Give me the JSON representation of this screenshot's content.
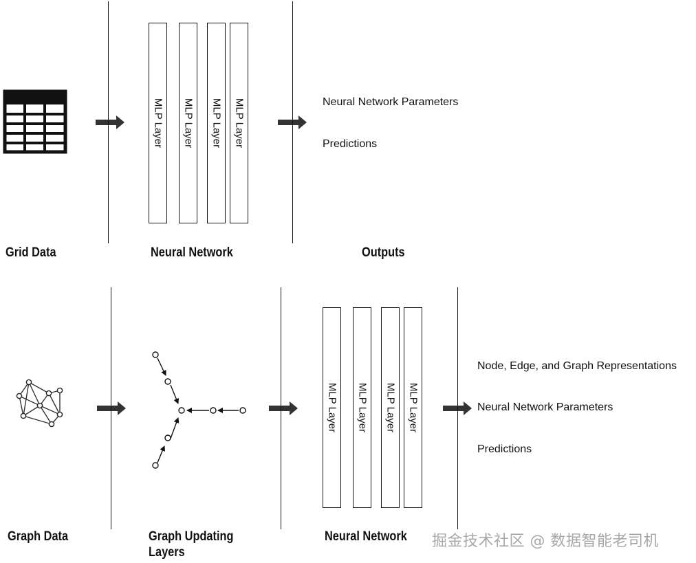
{
  "top": {
    "labels": {
      "input": "Grid Data",
      "network": "Neural Network",
      "outputs": "Outputs"
    },
    "mlp_layers": [
      "MLP Layer",
      "MLP Layer",
      "MLP Layer",
      "MLP Layer"
    ],
    "outputs": [
      "Neural Network Parameters",
      "Predictions"
    ]
  },
  "bottom": {
    "labels": {
      "input": "Graph Data",
      "updating_line1": "Graph Updating",
      "updating_line2": "Layers",
      "network": "Neural Network"
    },
    "mlp_layers": [
      "MLP Layer",
      "MLP Layer",
      "MLP Layer",
      "MLP Layer"
    ],
    "outputs": [
      "Node, Edge, and Graph Representations",
      "Neural Network Parameters",
      "Predictions"
    ]
  },
  "watermark": "掘金技术社区 @ 数据智能老司机",
  "icons": {
    "grid": "table-grid-icon",
    "graph": "graph-network-icon",
    "message_passing": "message-passing-icon",
    "arrow": "right-arrow-icon"
  }
}
